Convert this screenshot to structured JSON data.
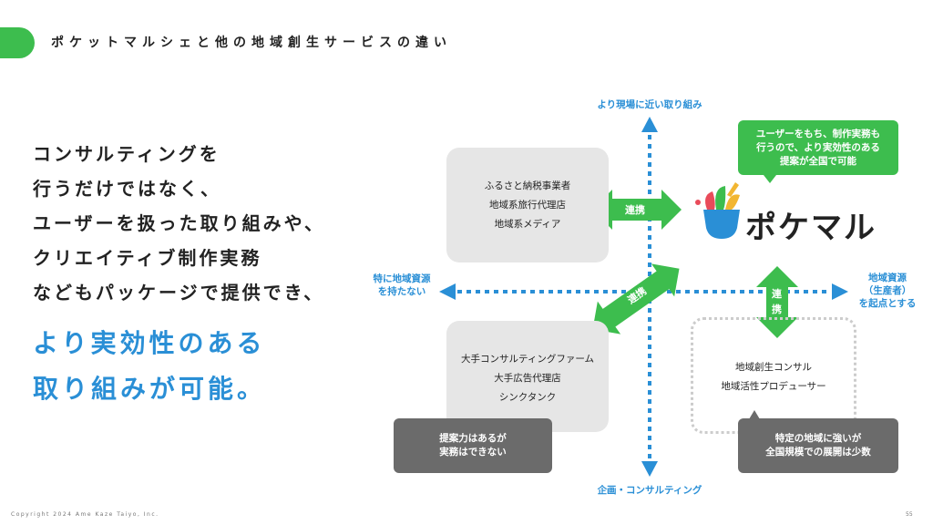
{
  "header": {
    "title": "ポケットマルシェと他の地域創生サービスの違い"
  },
  "body_lines": [
    "コンサルティングを",
    "行うだけではなく、",
    "ユーザーを扱った取り組みや、",
    "クリエイティブ制作実務",
    "などもパッケージで提供でき、"
  ],
  "highlight_lines": [
    "より実効性のある",
    "取り組みが可能。"
  ],
  "axis": {
    "top": "より現場に近い取り組み",
    "bottom": "企画・コンサルティング",
    "left": [
      "特に地域資源",
      "を持たない"
    ],
    "right": [
      "地域資源",
      "（生産者）",
      "を起点とする"
    ]
  },
  "quadrants": {
    "top_left": [
      "ふるさと納税事業者",
      "地域系旅行代理店",
      "地域系メディア"
    ],
    "bottom_left": [
      "大手コンサルティングファーム",
      "大手広告代理店",
      "シンクタンク"
    ],
    "bottom_right": [
      "地域創生コンサル",
      "地域活性プロデューサー"
    ]
  },
  "callouts": {
    "top_right": [
      "ユーザーをもち、制作実務も",
      "行うので、より実効性のある",
      "提案が全国で可能"
    ],
    "bottom_left": [
      "提案力はあるが",
      "実務はできない"
    ],
    "bottom_right": [
      "特定の地域に強いが",
      "全国規模での展開は少数"
    ]
  },
  "arrows": {
    "horizontal": "連携",
    "diagonal": "連携",
    "vertical": [
      "連",
      "携"
    ]
  },
  "logo": {
    "text": "ポケマル"
  },
  "footer": {
    "copyright": "Copyright 2024 Ame Kaze Taiyo, Inc.",
    "page": "55"
  },
  "colors": {
    "green": "#3dbd4e",
    "blue": "#2a8fd6",
    "dark_gray": "#6b6b6b",
    "light_gray": "#e6e6e6"
  }
}
